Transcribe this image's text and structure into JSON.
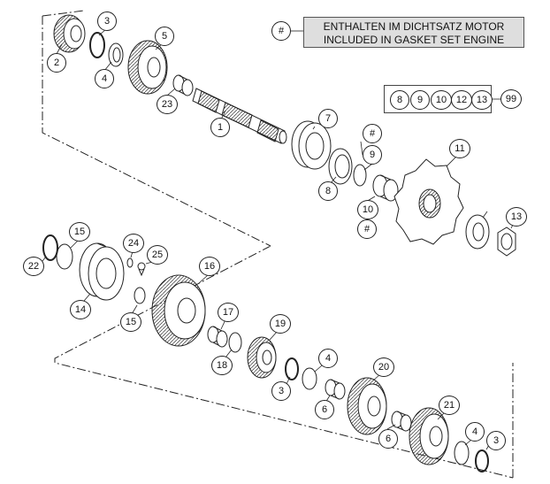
{
  "legend": {
    "symbol": "#",
    "line1": "ENTHALTEN IM DICHTSATZ MOTOR",
    "line2": "INCLUDED IN GASKET SET ENGINE"
  },
  "kit": {
    "members": [
      "8",
      "9",
      "10",
      "12",
      "13"
    ],
    "result": "99"
  },
  "callouts": {
    "c1": "1",
    "c2": "2",
    "c3a": "3",
    "c3b": "3",
    "c3c": "3",
    "c4a": "4",
    "c4b": "4",
    "c4c": "4",
    "c5": "5",
    "c6a": "6",
    "c6b": "6",
    "c7": "7",
    "c8": "8",
    "c9": "9",
    "c10": "10",
    "c11": "11",
    "c13": "13",
    "c14": "14",
    "c15a": "15",
    "c15b": "15",
    "c16": "16",
    "c17": "17",
    "c18": "18",
    "c19": "19",
    "c20": "20",
    "c21": "21",
    "c22": "22",
    "c23": "23",
    "c24": "24",
    "c25": "25",
    "hash_a": "#",
    "hash_b": "#"
  },
  "colors": {
    "line": "#222222",
    "legend_fill": "#dedede",
    "part_fill": "#ffffff"
  }
}
